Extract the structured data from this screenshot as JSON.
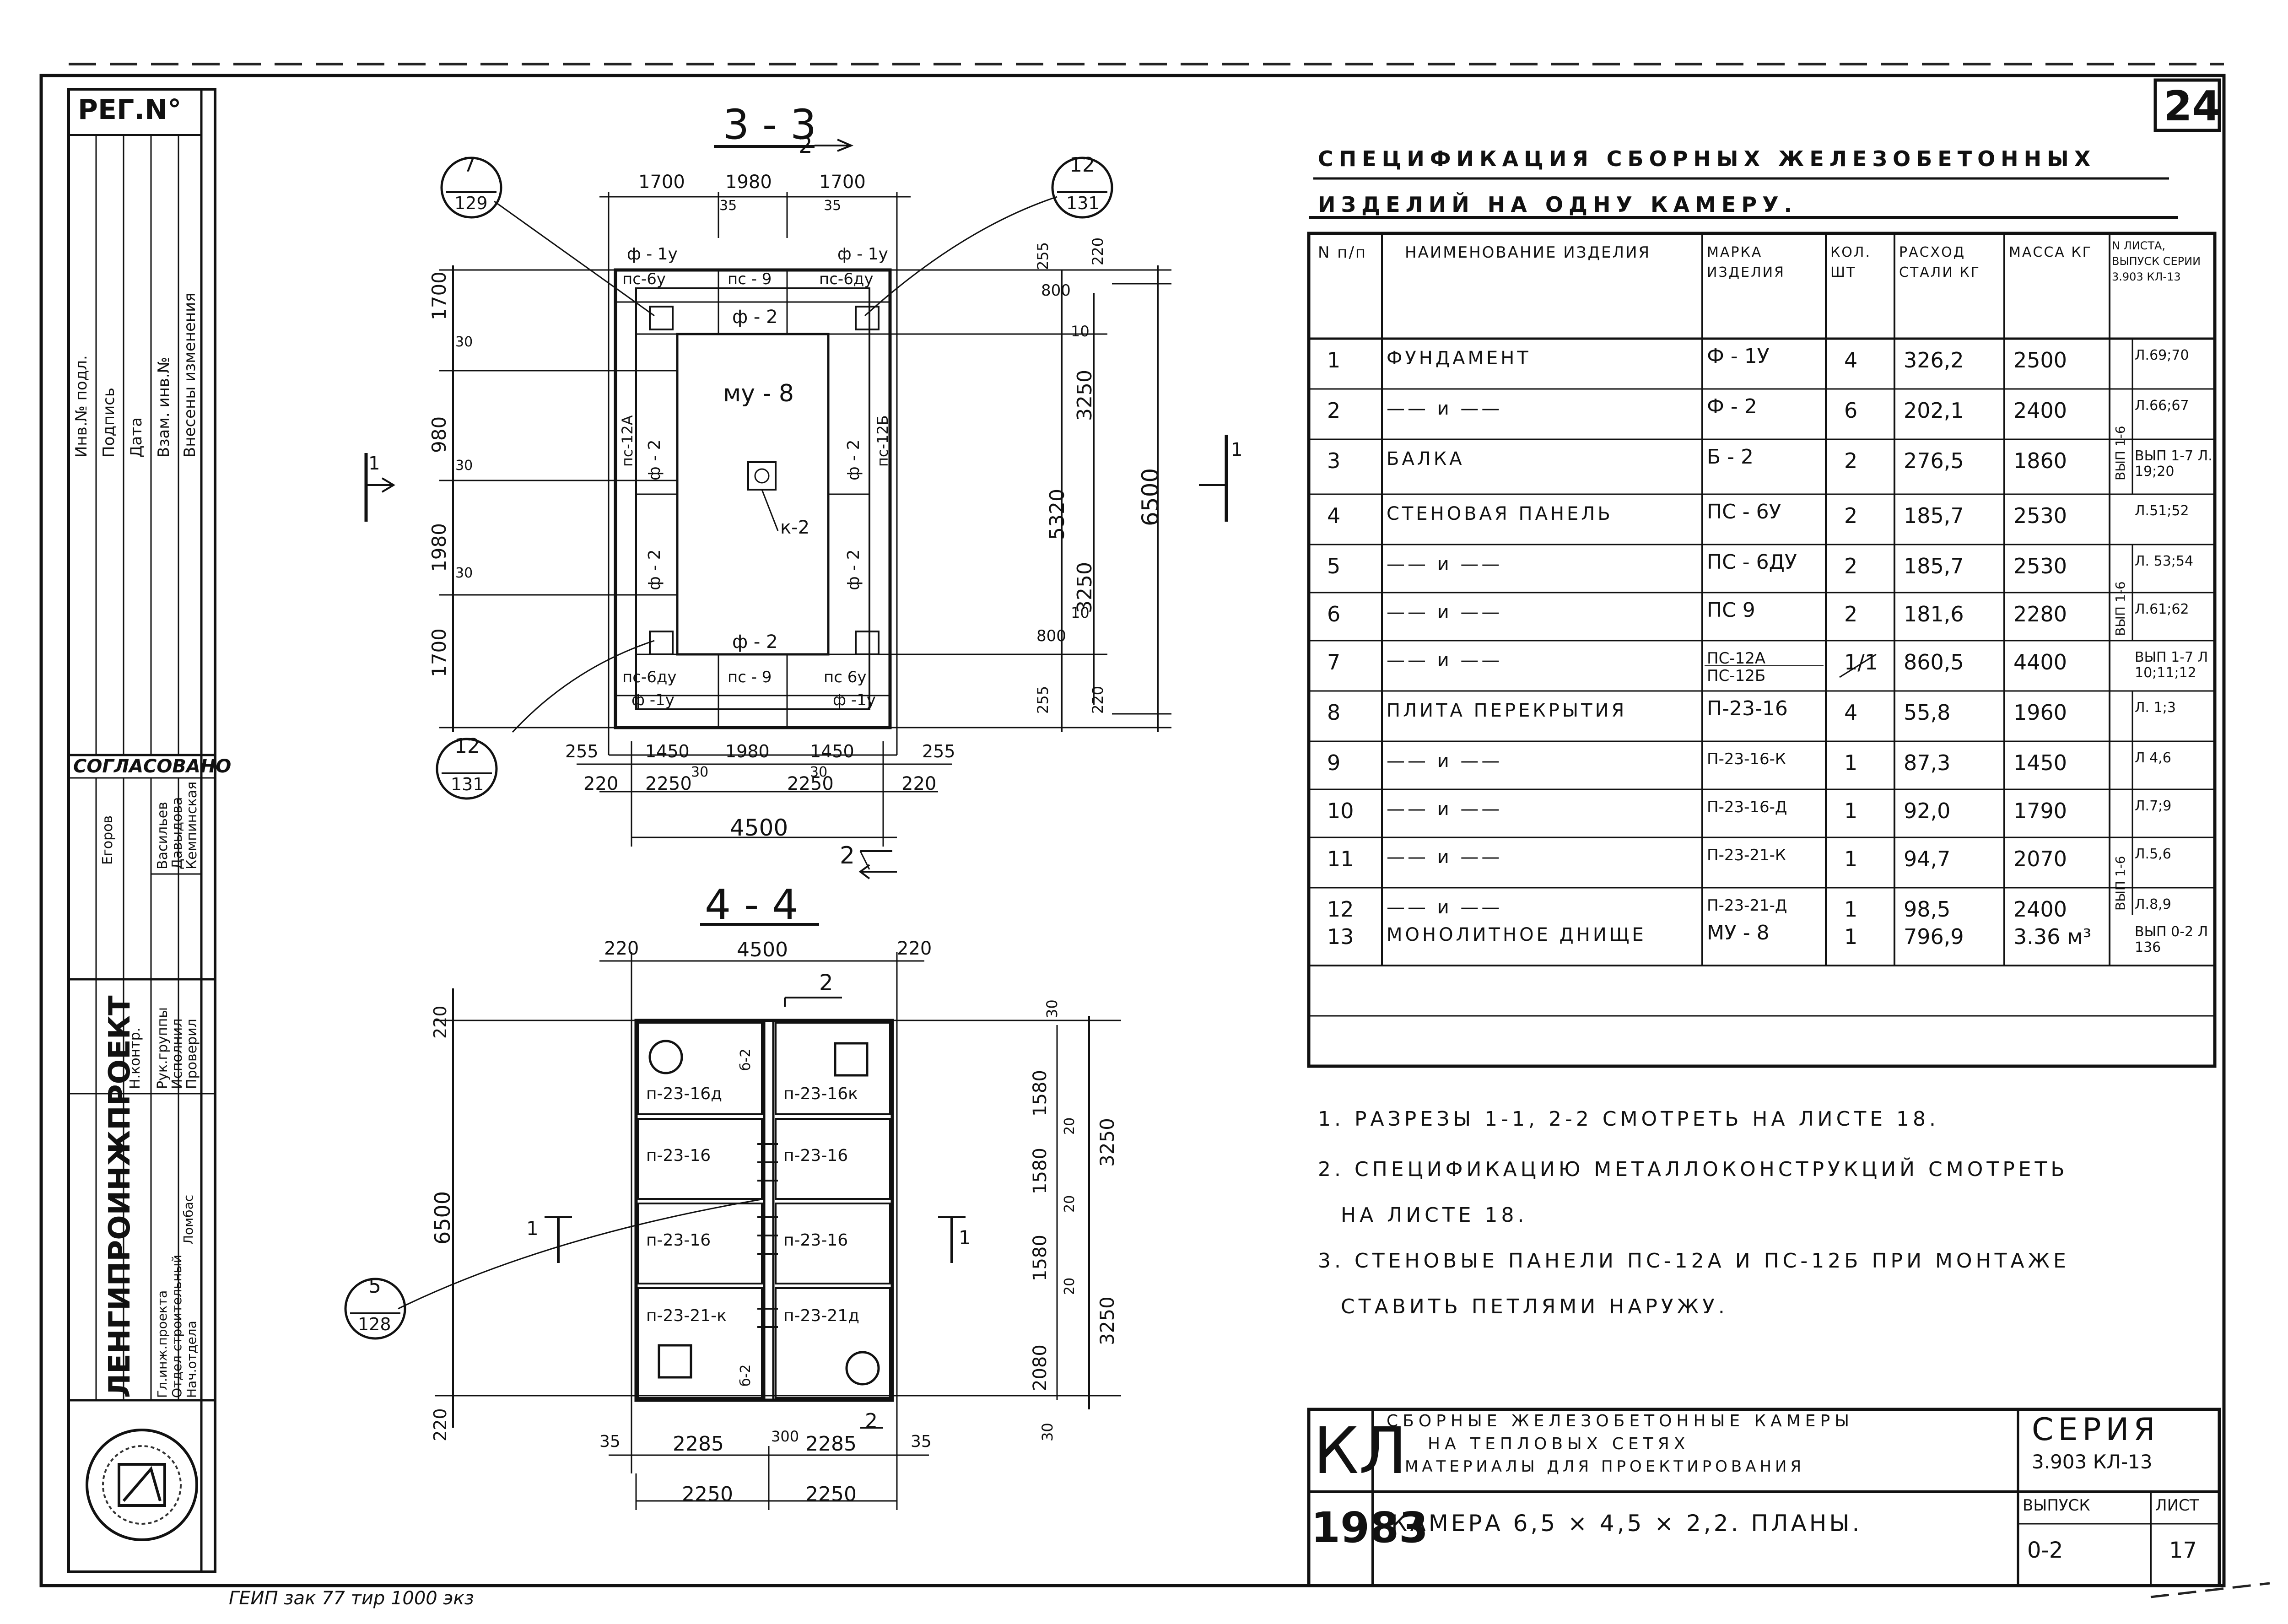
{
  "sheet": {
    "reg_label": "РЕГ.N°",
    "sheet_no": "24",
    "bottom_note": "ГЕИП зак 77 тир 1000 экз"
  },
  "side_panel": {
    "change_cols": [
      "Инв.№ подл.",
      "Подпись",
      "Дата",
      "Взам. инв.№",
      "Внесены изменения"
    ],
    "approved": "СОГЛАСОВАНО",
    "persons": [
      "Егоров",
      "Васильев",
      "Давыдова",
      "Кемпинская",
      "Ломбас"
    ],
    "roles": [
      "Н.контр.",
      "Рук.группы",
      "Исполнил",
      "Проверил",
      "Гл.инж.проекта",
      "Отдел строительный",
      "Нач.отдела"
    ],
    "org": "ЛЕНГИПРОИНЖПРОЕКТ"
  },
  "section33": {
    "title": "3 - 3",
    "cut_top": "2",
    "cut_bottom": "2",
    "callouts": [
      {
        "top": "7",
        "bottom": "129"
      },
      {
        "top": "12",
        "bottom": "131"
      },
      {
        "top": "12",
        "bottom": "131"
      }
    ],
    "top_dims": [
      "1700",
      "1980",
      "1700"
    ],
    "top_small": [
      "35",
      "35"
    ],
    "labels_top": [
      "ф - 1у",
      "ф - 1у",
      "пс-6у",
      "пс - 9",
      "пс-6ду"
    ],
    "center": "му - 8",
    "f2": "ф - 2",
    "ps12a": "пс-12А",
    "ps12b": "пс-12Б",
    "k2": "к-2",
    "labels_bottom": [
      "пс-6ду",
      "пс - 9",
      "пс 6у",
      "ф -1у",
      "ф -1у"
    ],
    "left_dims": [
      "1700",
      "980",
      "1980",
      "1700"
    ],
    "left_small": [
      "30",
      "30",
      "30"
    ],
    "right_dims": [
      "800",
      "255",
      "220",
      "10",
      "3250",
      "5320",
      "6500",
      "3250",
      "10",
      "800",
      "255",
      "220"
    ],
    "bottom_dims": [
      "255",
      "1450",
      "1980",
      "1450",
      "255"
    ],
    "bottom_small": [
      "30",
      "30"
    ],
    "bottom_dims2": [
      "220",
      "2250",
      "2250",
      "220"
    ],
    "total": "4500",
    "section_mark": "1"
  },
  "section44": {
    "title": "4 - 4",
    "top_dims": [
      "220",
      "4500",
      "220"
    ],
    "cut": "2",
    "callout": {
      "top": "5",
      "bottom": "128"
    },
    "slabs_left": [
      "п-23-16д",
      "п-23-16",
      "п-23-16",
      "п-23-21-к"
    ],
    "slabs_right": [
      "п-23-16к",
      "п-23-16",
      "п-23-16",
      "п-23-21д"
    ],
    "beam": "б-2",
    "left_dims": [
      "220",
      "6500",
      "220"
    ],
    "right_dims": [
      "30",
      "1580",
      "20",
      "1580",
      "20",
      "1580",
      "20",
      "2080",
      "30",
      "3250",
      "3250"
    ],
    "bottom_dims": [
      "35",
      "2285",
      "300",
      "2285",
      "35"
    ],
    "bottom_dims2": [
      "2250",
      "2250"
    ],
    "section_mark": "1"
  },
  "spec": {
    "title1": "СПЕЦИФИКАЦИЯ  СБОРНЫХ  ЖЕЛЕЗОБЕТОННЫХ",
    "title2": "ИЗДЕЛИЙ  НА  ОДНУ  КАМЕРУ.",
    "headers": [
      "N п/п",
      "НАИМЕНОВАНИЕ ИЗДЕЛИЯ",
      "МАРКА ИЗДЕЛИЯ",
      "КОЛ. ШТ",
      "РАСХОД СТАЛИ КГ",
      "МАССА КГ",
      "N ЛИСТА, ВЫПУСК СЕРИИ 3.903 КЛ-13"
    ],
    "rows": [
      {
        "n": "1",
        "name": "ФУНДАМЕНТ",
        "mark": "Ф - 1У",
        "qty": "4",
        "steel": "326,2",
        "mass": "2500",
        "sheet": "Л.69;70"
      },
      {
        "n": "2",
        "name": "—— и ——",
        "mark": "Ф - 2",
        "qty": "6",
        "steel": "202,1",
        "mass": "2400",
        "sheet": "Л.66;67"
      },
      {
        "n": "3",
        "name": "БАЛКА",
        "mark": "Б - 2",
        "qty": "2",
        "steel": "276,5",
        "mass": "1860",
        "sheet": "ВЫП 1-7 Л. 19;20"
      },
      {
        "n": "4",
        "name": "СТЕНОВАЯ ПАНЕЛЬ",
        "mark": "ПС - 6У",
        "qty": "2",
        "steel": "185,7",
        "mass": "2530",
        "sheet": "Л.51;52"
      },
      {
        "n": "5",
        "name": "—— и ——",
        "mark": "ПС - 6ДУ",
        "qty": "2",
        "steel": "185,7",
        "mass": "2530",
        "sheet": "Л. 53;54"
      },
      {
        "n": "6",
        "name": "—— и ——",
        "mark": "ПС 9",
        "qty": "2",
        "steel": "181,6",
        "mass": "2280",
        "sheet": "Л.61;62"
      },
      {
        "n": "7",
        "name": "—— и ——",
        "mark": "ПС-12А ПС-12Б",
        "qty": "1/1",
        "steel": "860,5",
        "mass": "4400",
        "sheet": "ВЫП 1-7 Л 10;11;12"
      },
      {
        "n": "8",
        "name": "ПЛИТА ПЕРЕКРЫТИЯ",
        "mark": "П-23-16",
        "qty": "4",
        "steel": "55,8",
        "mass": "1960",
        "sheet": "Л. 1;3"
      },
      {
        "n": "9",
        "name": "—— и ——",
        "mark": "П-23-16-К",
        "qty": "1",
        "steel": "87,3",
        "mass": "1450",
        "sheet": "Л 4,6"
      },
      {
        "n": "10",
        "name": "—— и ——",
        "mark": "П-23-16-Д",
        "qty": "1",
        "steel": "92,0",
        "mass": "1790",
        "sheet": "Л.7;9"
      },
      {
        "n": "11",
        "name": "—— и ——",
        "mark": "П-23-21-К",
        "qty": "1",
        "steel": "94,7",
        "mass": "2070",
        "sheet": "Л.5,6"
      },
      {
        "n": "12",
        "name": "—— и ——",
        "mark": "П-23-21-Д",
        "qty": "1",
        "steel": "98,5",
        "mass": "2400",
        "sheet": "Л.8,9"
      },
      {
        "n": "13",
        "name": "МОНОЛИТНОЕ ДНИЩЕ",
        "mark": "МУ - 8",
        "qty": "1",
        "steel": "796,9",
        "mass": "3.36 м³",
        "sheet": "ВЫП 0-2 Л 136"
      }
    ],
    "group_labels": [
      "ВЫП 1-6",
      "ВЫП 1-6",
      "ВЫП 1-6"
    ]
  },
  "notes": [
    "1. РАЗРЕЗЫ 1-1, 2-2 СМОТРЕТЬ НА ЛИСТЕ 18.",
    "2. СПЕЦИФИКАЦИЮ МЕТАЛЛОКОНСТРУКЦИЙ СМОТРЕТЬ",
    "НА ЛИСТЕ 18.",
    "3. СТЕНОВЫЕ ПАНЕЛИ ПС-12А И ПС-12Б ПРИ МОНТАЖЕ",
    "СТАВИТЬ ПЕТЛЯМИ НАРУЖУ."
  ],
  "stamp": {
    "kl": "КЛ",
    "year": "1983",
    "desc1": "СБОРНЫЕ ЖЕЛЕЗОБЕТОННЫЕ КАМЕРЫ",
    "desc2": "НА ТЕПЛОВЫХ СЕТЯХ",
    "desc3": "МАТЕРИАЛЫ ДЛЯ ПРОЕКТИРОВАНИЯ",
    "seria_label": "СЕРИЯ",
    "seria": "3.903 КЛ-13",
    "chamber": "КАМЕРА  6,5 × 4,5 × 2,2.  ПЛАНЫ.",
    "vypusk_label": "ВЫПУСК",
    "vypusk": "0-2",
    "list_label": "ЛИСТ",
    "list": "17"
  }
}
